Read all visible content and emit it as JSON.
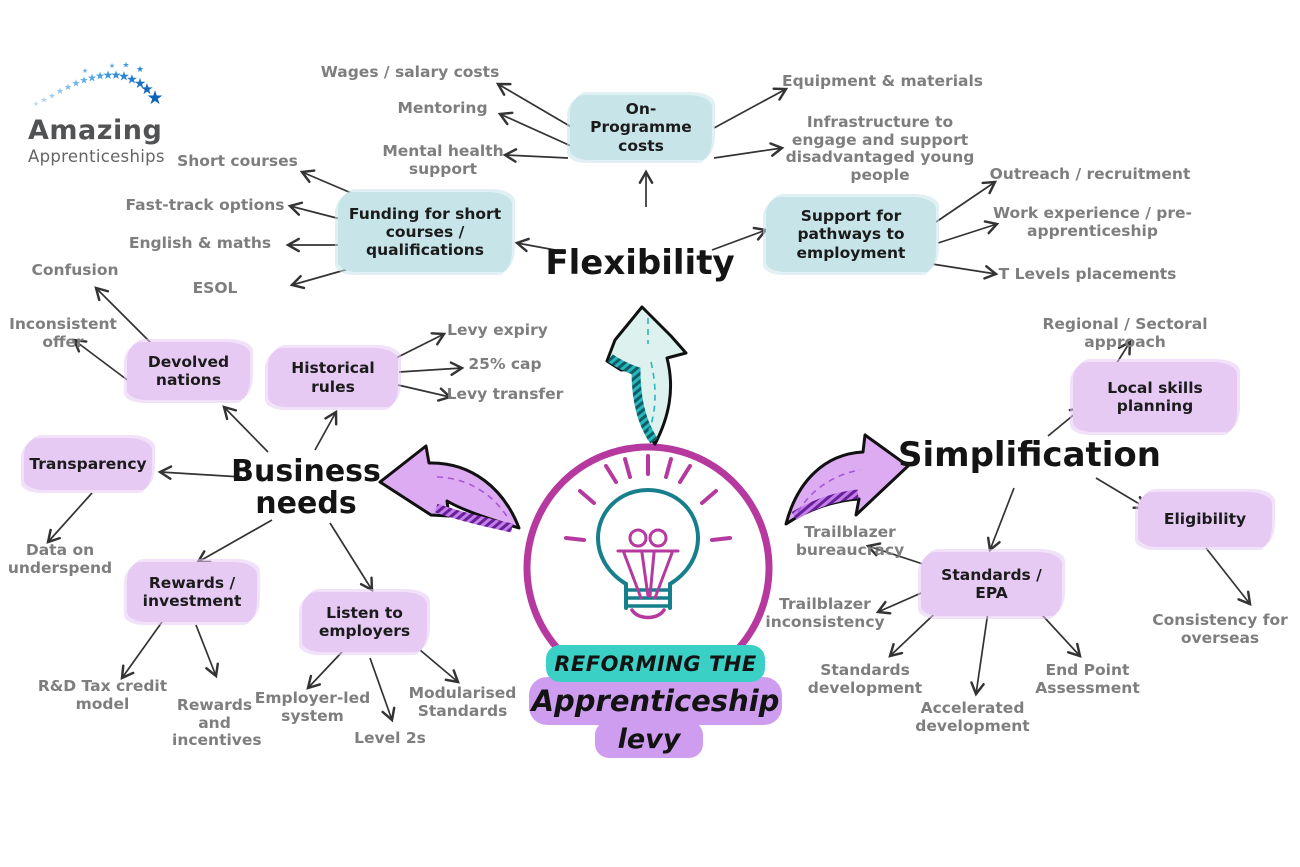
{
  "logo": {
    "title": "Amazing",
    "subtitle": "Apprenticeships"
  },
  "center": {
    "tag_line1": "REFORMING THE",
    "tag_line2": "Apprenticeship",
    "tag_line3": "levy"
  },
  "branches": {
    "flexibility": {
      "title": "Flexibility",
      "nodes": {
        "on_programme": {
          "label": "On-Programme costs",
          "children": {
            "wages": "Wages / salary costs",
            "mentoring": "Mentoring",
            "mental_health": "Mental health support",
            "equipment": "Equipment & materials",
            "infrastructure": "Infrastructure to engage and support disadvantaged young people"
          }
        },
        "funding": {
          "label": "Funding for short courses / qualifications",
          "children": {
            "short_courses": "Short courses",
            "fast_track": "Fast-track options",
            "english_maths": "English & maths",
            "esol": "ESOL"
          }
        },
        "support_pathways": {
          "label": "Support for pathways to employment",
          "children": {
            "outreach": "Outreach / recruitment",
            "work_experience": "Work experience / pre-apprenticeship",
            "t_levels": "T Levels placements"
          }
        }
      }
    },
    "business_needs": {
      "title": "Business needs",
      "nodes": {
        "devolved_nations": {
          "label": "Devolved nations",
          "children": {
            "confusion": "Confusion",
            "inconsistent_offer": "Inconsistent offer"
          }
        },
        "historical_rules": {
          "label": "Historical rules",
          "children": {
            "levy_expiry": "Levy expiry",
            "cap_25": "25% cap",
            "levy_transfer": "Levy transfer"
          }
        },
        "transparency": {
          "label": "Transparency",
          "children": {
            "data_on_underspend": "Data on underspend"
          }
        },
        "rewards_investment": {
          "label": "Rewards / investment",
          "children": {
            "rd_tax": "R&D Tax credit model",
            "rewards_incentives": "Rewards and incentives"
          }
        },
        "listen_to_employers": {
          "label": "Listen to employers",
          "children": {
            "employer_led": "Employer-led system",
            "level_2s": "Level 2s",
            "modularised": "Modularised Standards"
          }
        }
      }
    },
    "simplification": {
      "title": "Simplification",
      "nodes": {
        "local_skills": {
          "label": "Local skills planning",
          "children": {
            "regional": "Regional / Sectoral approach"
          }
        },
        "eligibility": {
          "label": "Eligibility",
          "children": {
            "consistency": "Consistency for overseas"
          }
        },
        "standards_epa": {
          "label": "Standards / EPA",
          "children": {
            "trailblazer_bureaucracy": "Trailblazer bureaucracy",
            "trailblazer_inconsistency": "Trailblazer inconsistency",
            "standards_development": "Standards development",
            "accelerated_development": "Accelerated development",
            "end_point_assessment": "End Point Assessment"
          }
        }
      }
    }
  },
  "colors": {
    "highlight_teal": "#c7e4e9",
    "highlight_purple": "#e6caf4",
    "tag_teal": "#3ad0c6",
    "tag_purple": "#cf9df0",
    "magenta": "#b5399f",
    "bulb_teal": "#177f8c",
    "leaf_text": "#7e7e7e",
    "title_text": "#141414",
    "logo_blue": "#2e86d1"
  }
}
